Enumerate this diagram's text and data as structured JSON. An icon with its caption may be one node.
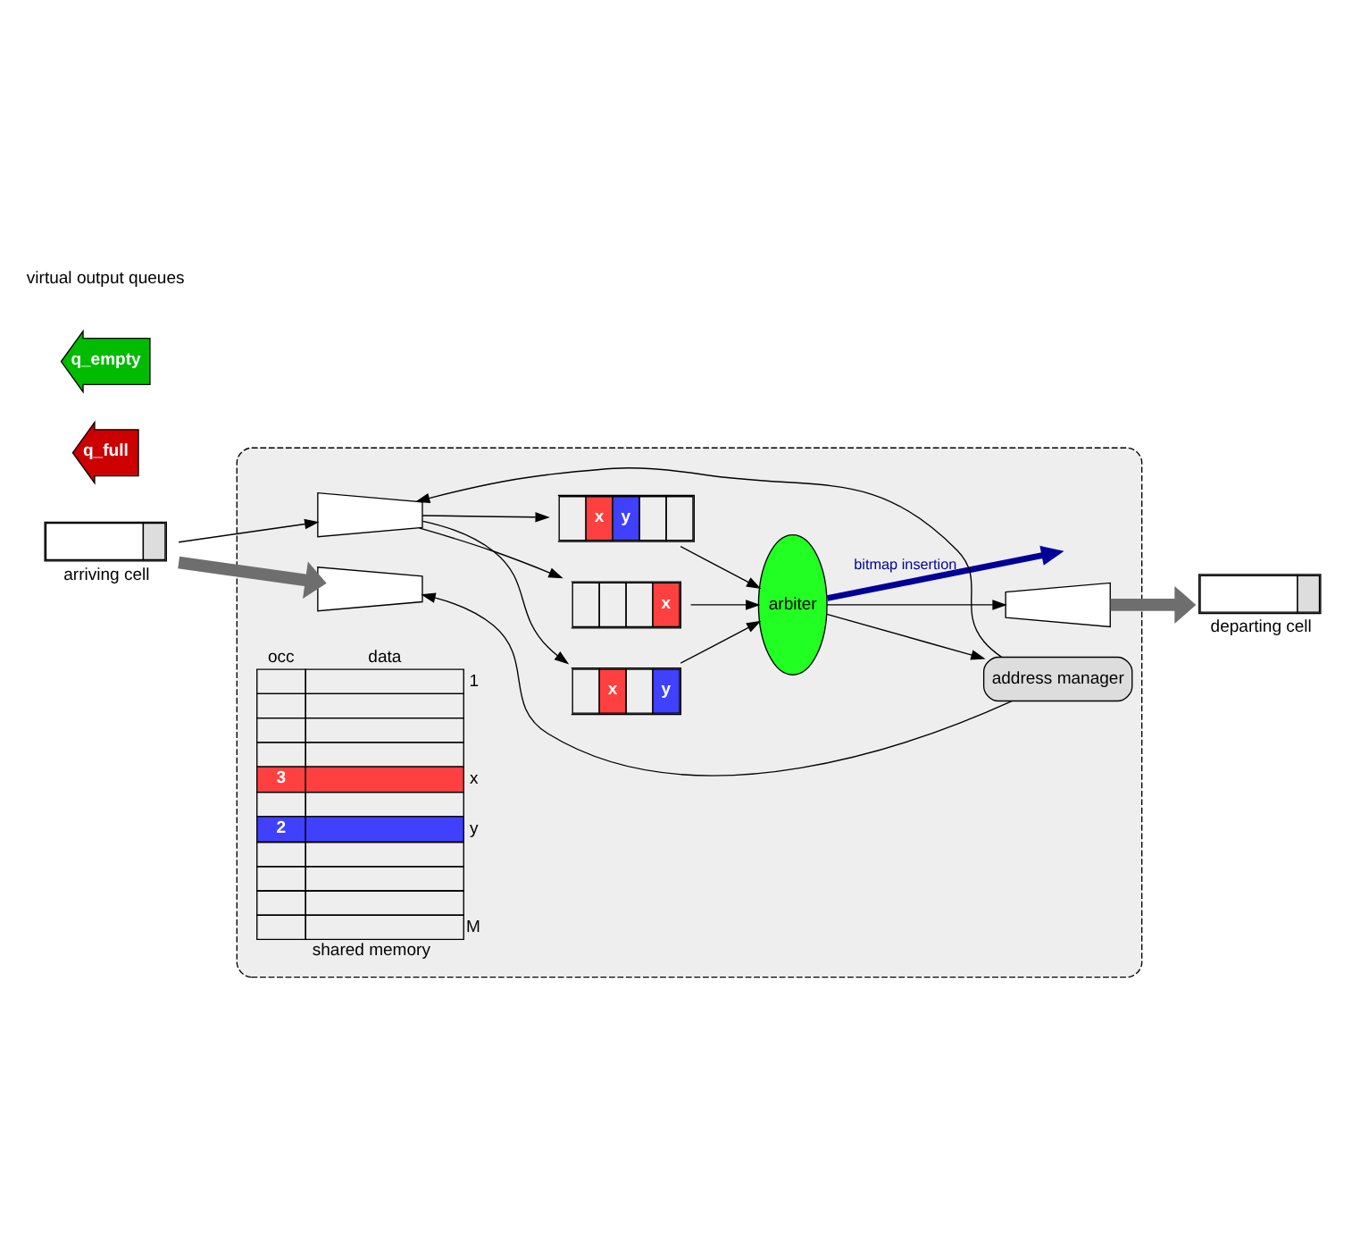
{
  "diagram": {
    "nodes": [
      {
        "text": [],
        "shape": "box"
      },
      {
        "text": [
          "arriving cell"
        ]
      },
      {
        "text": [],
        "shape": "trapezoid",
        "in": 0
      },
      {
        "text": [
          "x",
          "y"
        ],
        "in": 0
      },
      {
        "text": [
          "x"
        ],
        "in": 0
      },
      {
        "text": [
          "x",
          "y"
        ],
        "in": 0
      },
      {
        "text": [
          "arbiter"
        ],
        "in": 0
      },
      {
        "text": [
          "address manager"
        ],
        "in": 0
      },
      {
        "text": [],
        "shape": "trapezoid",
        "in": 0
      },
      {
        "text": [
          "occ",
          "data",
          "3",
          "2",
          "shared memory"
        ],
        "beside": [
          "1",
          "x",
          "y",
          "M"
        ],
        "in": 0
      },
      {
        "text": [],
        "shape": "trapezoid",
        "in": 0
      },
      {
        "text": [
          "departing cell"
        ]
      },
      {
        "text": [
          "q_full"
        ]
      },
      {
        "text": [
          "q_empty"
        ]
      }
    ],
    "edges": [
      {
        "from": 1,
        "to": 8,
        "arrow": "to",
        "style": "thick",
        "color": "#6e6e6e"
      },
      {
        "from": 10,
        "to": 11,
        "arrow": "to",
        "style": "thick",
        "color": "#6e6e6e"
      },
      {
        "from": 1,
        "to": 2,
        "arrow": "to"
      },
      {
        "from": 2,
        "to": 3,
        "arrow": "to"
      },
      {
        "from": 2,
        "to": 4,
        "arrow": "to"
      },
      {
        "from": 2,
        "to": 5,
        "arrow": "to"
      },
      {
        "from": 3,
        "to": 6,
        "arrow": "to"
      },
      {
        "from": 4,
        "to": 6,
        "arrow": "to"
      },
      {
        "from": 5,
        "to": 6,
        "arrow": "to"
      },
      {
        "from": 6,
        "to": 7,
        "arrow": "to"
      },
      {
        "from": 6,
        "to": 10,
        "arrow": "to"
      },
      {
        "from": 7,
        "to": 2,
        "arrow": "to"
      },
      {
        "from": 7,
        "to": 8,
        "arrow": "to"
      },
      {
        "from": 6,
        "to": null,
        "arrow": "to",
        "label": "bitmap insertion",
        "style": "thick",
        "color": "#000099"
      }
    ],
    "labels": [
      "virtual output queues"
    ]
  }
}
